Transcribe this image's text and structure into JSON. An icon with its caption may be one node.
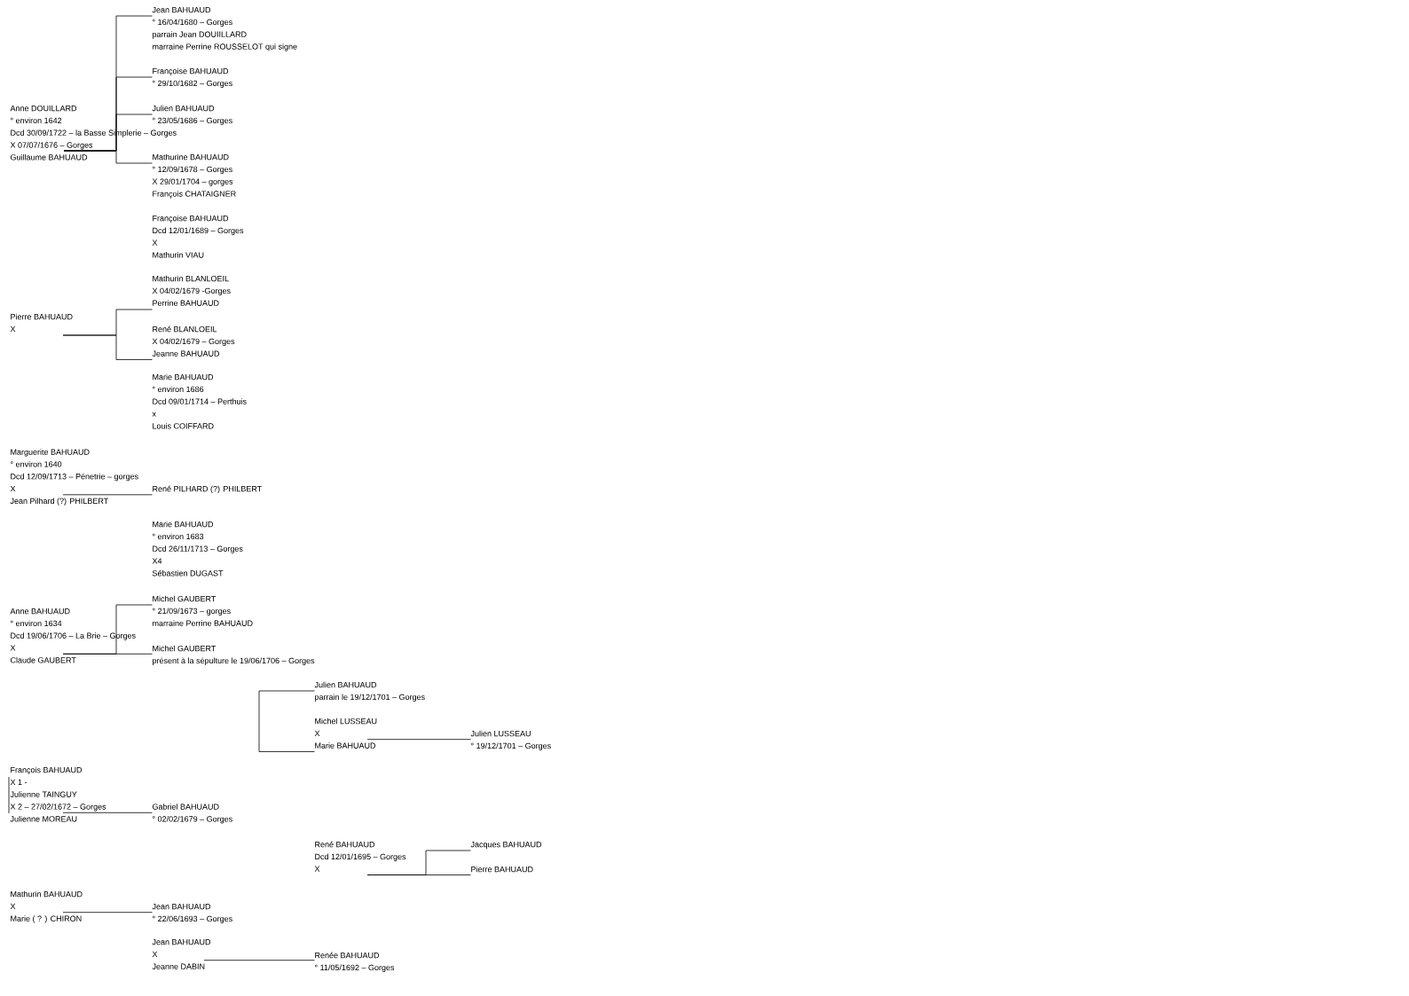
{
  "diagram": {
    "nodes": [
      {
        "text": [
          "Jean BAHUAUD",
          "° 16/04/1680 – Gorges",
          "parrain Jean DOUIILLARD",
          "marraine Perrine ROUSSELOT qui signe"
        ]
      },
      {
        "text": [
          "Françoise BAHUAUD",
          "° 29/10/1682 – Gorges"
        ]
      },
      {
        "text": [
          "Anne DOUILLARD",
          "° environ 1642",
          "Dcd 30/09/1722 – la Basse Simplerie – Gorges",
          "X 07/07/1676 – Gorges",
          "Guillaume BAHUAUD"
        ]
      },
      {
        "text": [
          "Julien BAHUAUD",
          "° 23/05/1686 – Gorges"
        ]
      },
      {
        "text": [
          "Mathurine BAHUAUD",
          "° 12/09/1678 – Gorges",
          "X 29/01/1704 – gorges",
          "François CHATAIGNER"
        ]
      },
      {
        "text": [
          "Mathurin BLANLOEIL",
          "X 04/02/1679 -Gorges",
          "Perrine BAHUAUD"
        ]
      },
      {
        "text": [
          "Pierre BAHUAUD",
          "X"
        ]
      },
      {
        "text": [
          "René BLANLOEIL",
          "X 04/02/1679 – Gorges",
          "Jeanne BAHUAUD"
        ]
      },
      {
        "text": [
          "Marguerite BAHUAUD",
          "° environ 1640",
          "Dcd 12/09/1713 – Pénetrie – gorges",
          "X",
          "Jean Pilhard (?) PHILBERT"
        ]
      },
      {
        "text": [
          "René PILHARD (?) PHILBERT"
        ]
      },
      {
        "text": [
          "Michel GAUBERT",
          "° 21/09/1673 – gorges",
          "marraine Perrine BAHUAUD"
        ]
      },
      {
        "text": [
          "Anne BAHUAUD",
          "° environ 1634",
          "Dcd 19/06/1706 – La Brie – Gorges",
          "X",
          "Claude GAUBERT"
        ]
      },
      {
        "text": [
          "Michel GAUBERT",
          "présent à la sépulture le 19/06/1706 – Gorges"
        ]
      },
      {
        "text": [
          "Julien BAHUAUD",
          "parrain le 19/12/1701 – Gorges"
        ]
      },
      {
        "text": [
          "Michel LUSSEAU",
          "X",
          "Marie BAHUAUD"
        ]
      },
      {
        "text": [
          "Julien LUSSEAU",
          "° 19/12/1701 – Gorges"
        ]
      },
      {
        "text": [
          "François BAHUAUD",
          "X 1 -",
          "Julienne TAINGUY",
          "X 2 – 27/02/1672 – Gorges",
          "Julienne MOREAU"
        ]
      },
      {
        "text": [
          "Gabriel BAHUAUD",
          "° 02/02/1679 – Gorges"
        ]
      },
      {
        "text": [
          "René BAHUAUD",
          "Dcd 12/01/1695 – Gorges",
          "X"
        ]
      },
      {
        "text": [
          "Jacques BAHUAUD"
        ]
      },
      {
        "text": [
          "Pierre BAHUAUD"
        ]
      },
      {
        "text": [
          "Mathurin BAHUAUD",
          "X",
          "Marie ( ? ) CHIRON"
        ]
      },
      {
        "text": [
          "Jean BAHUAUD",
          "° 22/06/1693 – Gorges"
        ]
      },
      {
        "text": [
          "Jean BAHUAUD",
          "X",
          "Jeanne DABIN"
        ]
      },
      {
        "text": [
          "Renée BAHUAUD",
          "° 11/05/1692 – Gorges"
        ]
      }
    ],
    "edges": [
      {
        "from": 2,
        "to": 0,
        "arrow": "none"
      },
      {
        "from": 2,
        "to": 1,
        "arrow": "none"
      },
      {
        "from": 2,
        "to": 3,
        "arrow": "none"
      },
      {
        "from": 2,
        "to": 4,
        "arrow": "none"
      },
      {
        "from": 6,
        "to": 5,
        "arrow": "none"
      },
      {
        "from": 6,
        "to": 7,
        "arrow": "none"
      },
      {
        "from": 8,
        "to": 9,
        "arrow": "none"
      },
      {
        "from": 11,
        "to": 10,
        "arrow": "none"
      },
      {
        "from": 11,
        "to": 12,
        "arrow": "none"
      },
      {
        "from": 13,
        "to": 14,
        "arrow": "none"
      },
      {
        "from": 14,
        "to": 15,
        "arrow": "none"
      },
      {
        "from": 16,
        "to": 17,
        "arrow": "none"
      },
      {
        "from": 18,
        "to": 19,
        "arrow": "none"
      },
      {
        "from": 18,
        "to": 20,
        "arrow": "none"
      },
      {
        "from": 21,
        "to": 22,
        "arrow": "none"
      },
      {
        "from": 23,
        "to": 24,
        "arrow": "none"
      }
    ],
    "labels": [
      "Françoise BAHUAUD",
      "Dcd 12/01/1689 – Gorges",
      "X",
      "Mathurin VIAU",
      "Marie BAHUAUD",
      "° environ 1686",
      "Dcd 09/01/1714 – Perthuis",
      "x",
      "Louis COIFFARD",
      "Marie BAHUAUD",
      "° environ 1683",
      "Dcd 26/11/1713 – Gorges",
      "X4",
      "Sébastien DUGAST"
    ]
  }
}
